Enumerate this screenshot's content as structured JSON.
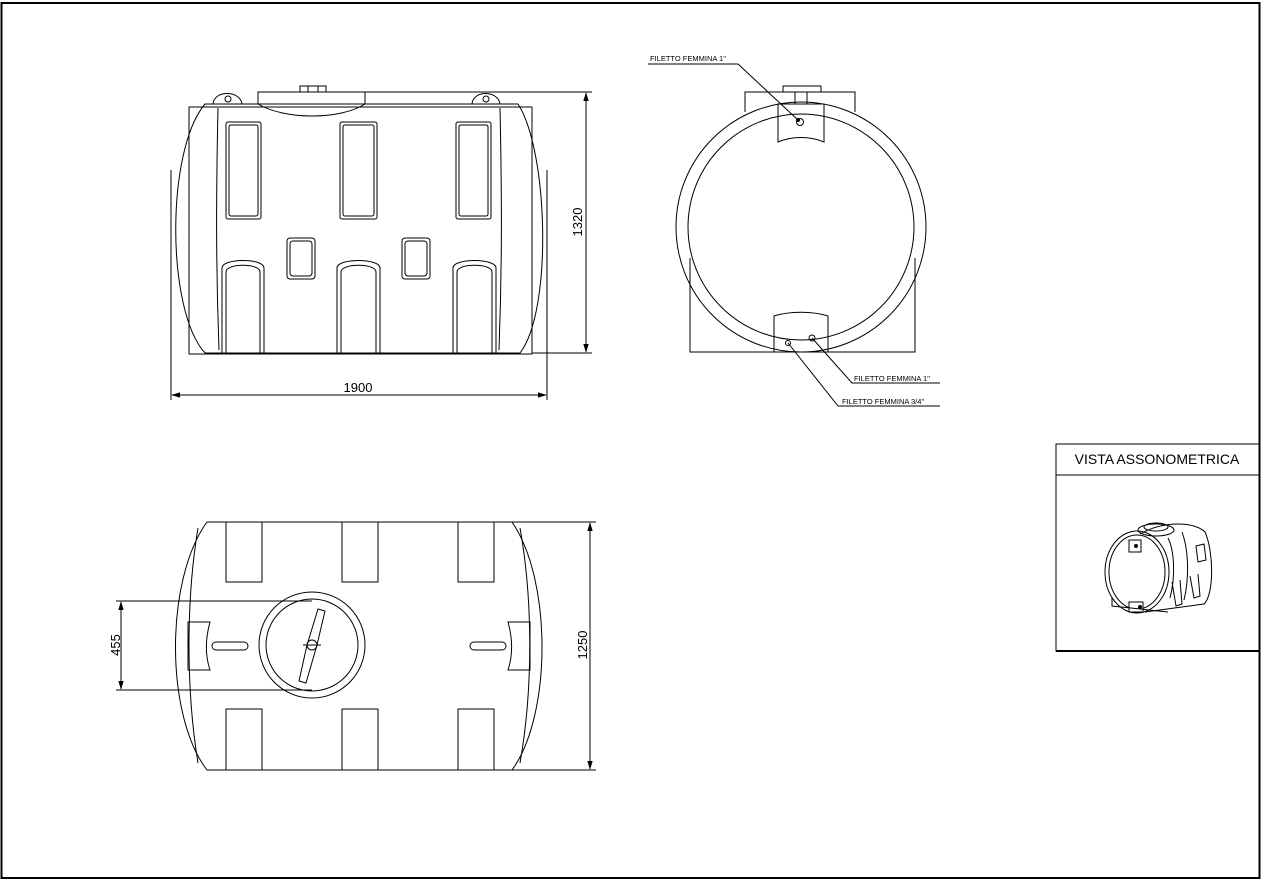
{
  "front_view": {
    "width_dimension": "1900",
    "height_dimension": "1320"
  },
  "side_view": {
    "top_fitting_label": "FILETTO FEMMINA 1\"",
    "bottom_fitting_label_1": "FILETTO FEMMINA 1\"",
    "bottom_fitting_label_2": "FILETTO FEMMINA 3/4\""
  },
  "top_view": {
    "lid_dimension": "455",
    "depth_dimension": "1250"
  },
  "inset": {
    "title": "VISTA ASSONOMETRICA"
  },
  "colors": {
    "line": "#000000",
    "background": "#ffffff"
  }
}
